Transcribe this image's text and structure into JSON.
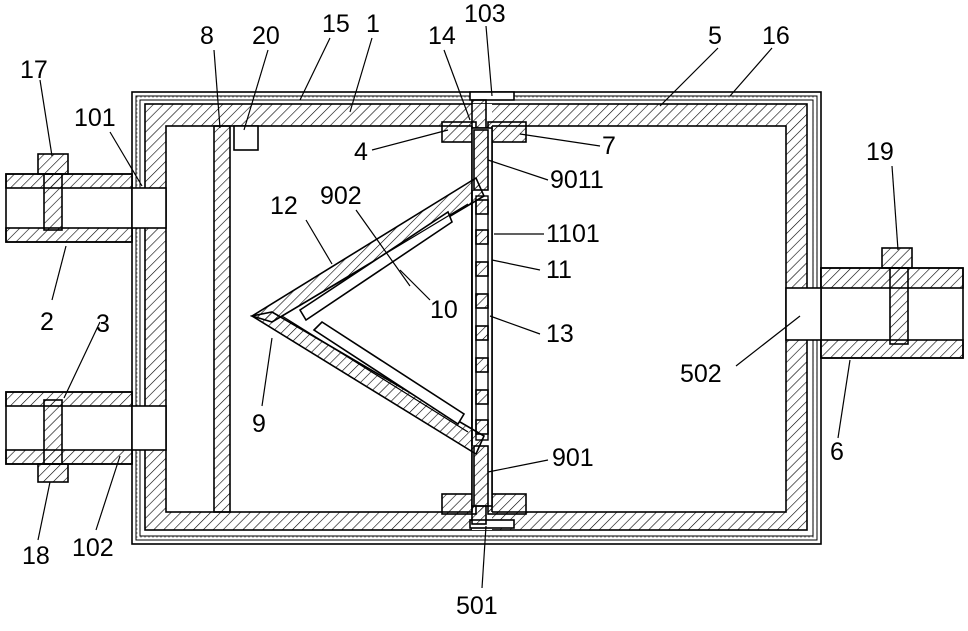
{
  "labels": {
    "l17": "17",
    "l101": "101",
    "l8": "8",
    "l20": "20",
    "l15": "15",
    "l1": "1",
    "l14": "14",
    "l103": "103",
    "l5": "5",
    "l16": "16",
    "l7": "7",
    "l4": "4",
    "l9011": "9011",
    "l12": "12",
    "l902": "902",
    "l1101": "1101",
    "l11": "11",
    "l10": "10",
    "l13": "13",
    "l19": "19",
    "l2": "2",
    "l3": "3",
    "l502": "502",
    "l9": "9",
    "l901": "901",
    "l6": "6",
    "l18": "18",
    "l102": "102",
    "l501": "501"
  }
}
